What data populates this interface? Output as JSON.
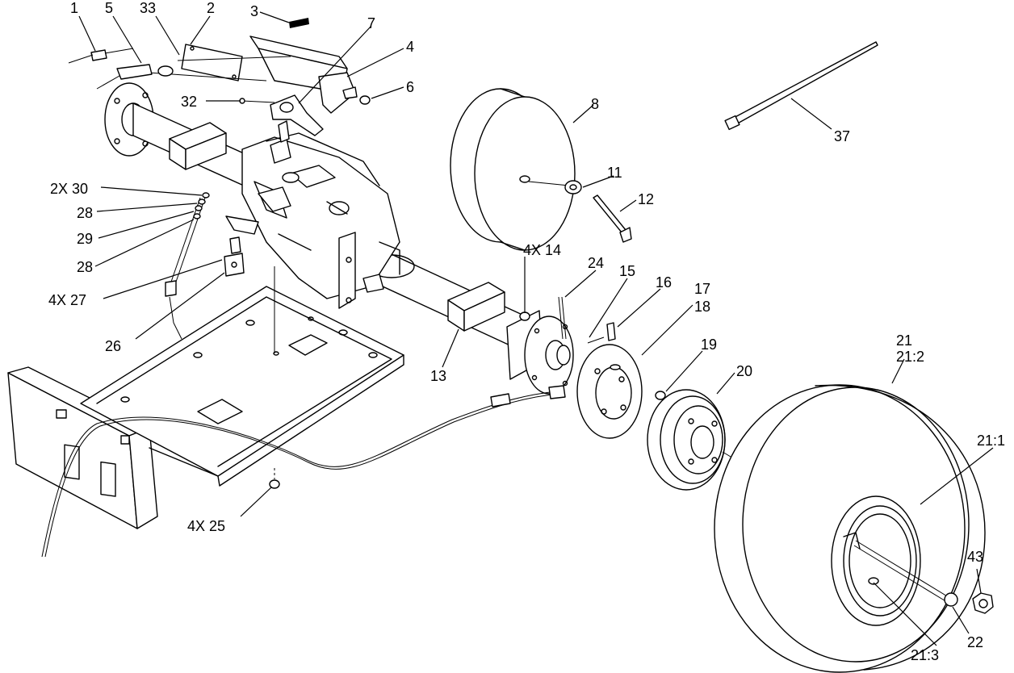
{
  "callouts": {
    "c1": "1",
    "c5": "5",
    "c33": "33",
    "c2": "2",
    "c3": "3",
    "c7": "7",
    "c4": "4",
    "c6": "6",
    "c32": "32",
    "c8": "8",
    "c11": "11",
    "c12": "12",
    "c37": "37",
    "c2x30": "2X 30",
    "c28a": "28",
    "c29": "29",
    "c28b": "28",
    "c4x27": "4X 27",
    "c26": "26",
    "c4x14": "4X 14",
    "c24": "24",
    "c15": "15",
    "c16": "16",
    "c17": "17",
    "c18": "18",
    "c19": "19",
    "c20": "20",
    "c13": "13",
    "c21": "21",
    "c21_2": "21:2",
    "c21_1": "21:1",
    "c43": "43",
    "c22": "22",
    "c21_3": "21:3",
    "c4x25": "4X 25"
  }
}
